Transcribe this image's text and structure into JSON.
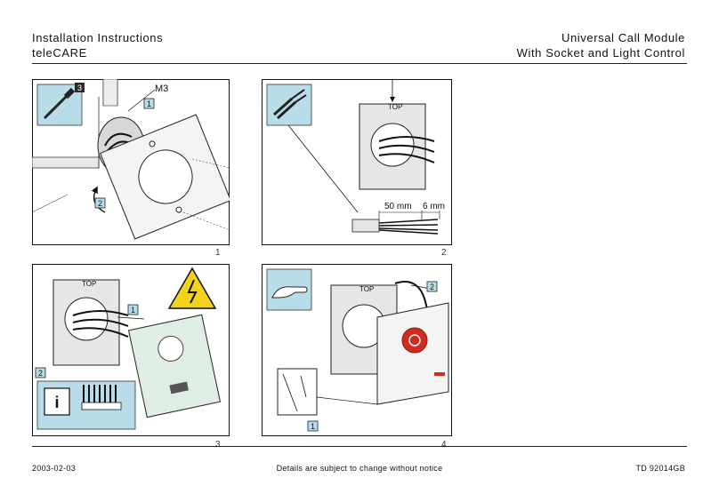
{
  "header": {
    "left_line1": "Installation Instructions",
    "left_line2": "teleCARE",
    "right_line1": "Universal Call Module",
    "right_line2": "With Socket and Light Control"
  },
  "panels": [
    {
      "number": "1",
      "screw_label": "M3",
      "badge_tool": "3",
      "badge_a": "1",
      "badge_b": "2"
    },
    {
      "number": "2",
      "top_label": "TOP",
      "dim_a": "50 mm",
      "dim_b": "6 mm"
    },
    {
      "number": "3",
      "top_label": "TOP",
      "badge_a": "1",
      "badge_b": "2"
    },
    {
      "number": "4",
      "top_label": "TOP",
      "badge_a": "2",
      "badge_b": "1"
    }
  ],
  "footer": {
    "date": "2003-02-03",
    "notice": "Details are subject to change without notice",
    "doc_code": "TD 92014GB"
  },
  "colors": {
    "badge": "#2b2b2b",
    "button_red": "#d32a1f",
    "warning_yellow": "#f2d21b"
  }
}
